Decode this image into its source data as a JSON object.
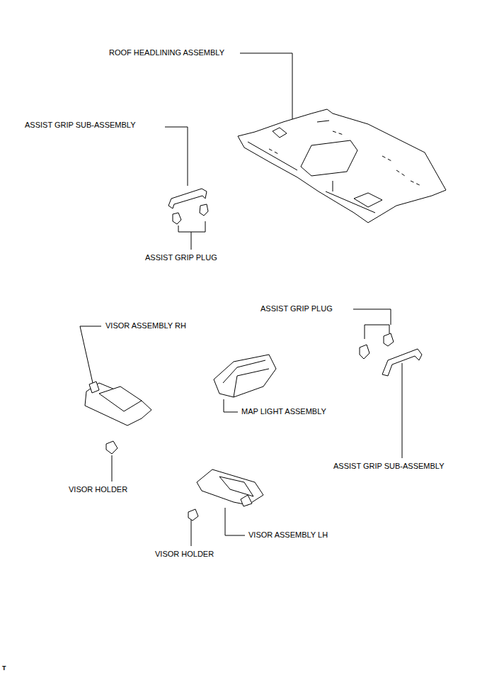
{
  "diagram": {
    "labels": [
      "ROOF HEADLINING ASSEMBLY",
      "ASSIST GRIP SUB-ASSEMBLY",
      "ASSIST GRIP PLUG",
      "ASSIST GRIP PLUG",
      "VISOR ASSEMBLY RH",
      "MAP LIGHT ASSEMBLY",
      "ASSIST GRIP SUB-ASSEMBLY",
      "VISOR HOLDER",
      "VISOR ASSEMBLY LH",
      "VISOR HOLDER",
      "T"
    ]
  }
}
